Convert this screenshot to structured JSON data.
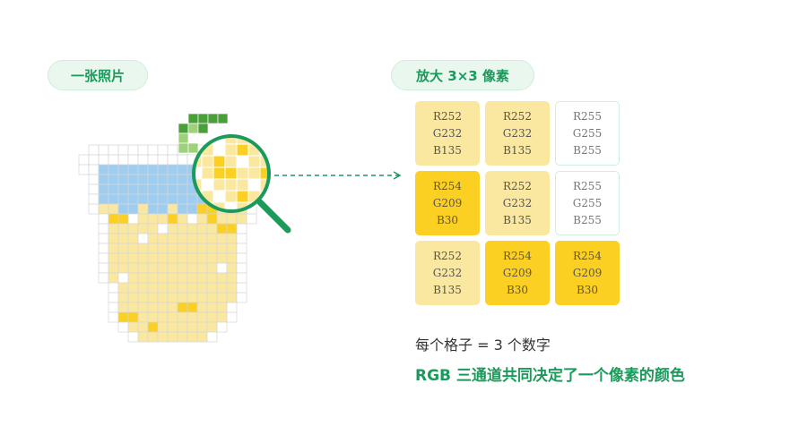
{
  "labels": {
    "photo": "一张照片",
    "zoom": "放大 3×3 像素"
  },
  "grid": [
    {
      "r": "R252",
      "g": "G232",
      "b": "B135",
      "tone": "light"
    },
    {
      "r": "R252",
      "g": "G232",
      "b": "B135",
      "tone": "light"
    },
    {
      "r": "R255",
      "g": "G255",
      "b": "B255",
      "tone": "white"
    },
    {
      "r": "R254",
      "g": "G209",
      "b": "B30",
      "tone": "gold"
    },
    {
      "r": "R252",
      "g": "G232",
      "b": "B135",
      "tone": "light"
    },
    {
      "r": "R255",
      "g": "G255",
      "b": "B255",
      "tone": "white"
    },
    {
      "r": "R252",
      "g": "G232",
      "b": "B135",
      "tone": "light"
    },
    {
      "r": "R254",
      "g": "G209",
      "b": "B30",
      "tone": "gold"
    },
    {
      "r": "R254",
      "g": "G209",
      "b": "B30",
      "tone": "gold"
    }
  ],
  "captions": {
    "line1": "每个格子 = 3 个数字",
    "line2": "RGB 三通道共同决定了一个像素的颜色"
  },
  "colors": {
    "accent": "#1c9a5c",
    "pixel_light": "#fae7a0",
    "pixel_gold": "#fcd022",
    "pixel_blue": "#9ecdef",
    "leaf_dark": "#4a9f3a",
    "leaf_light": "#9ed27a"
  }
}
